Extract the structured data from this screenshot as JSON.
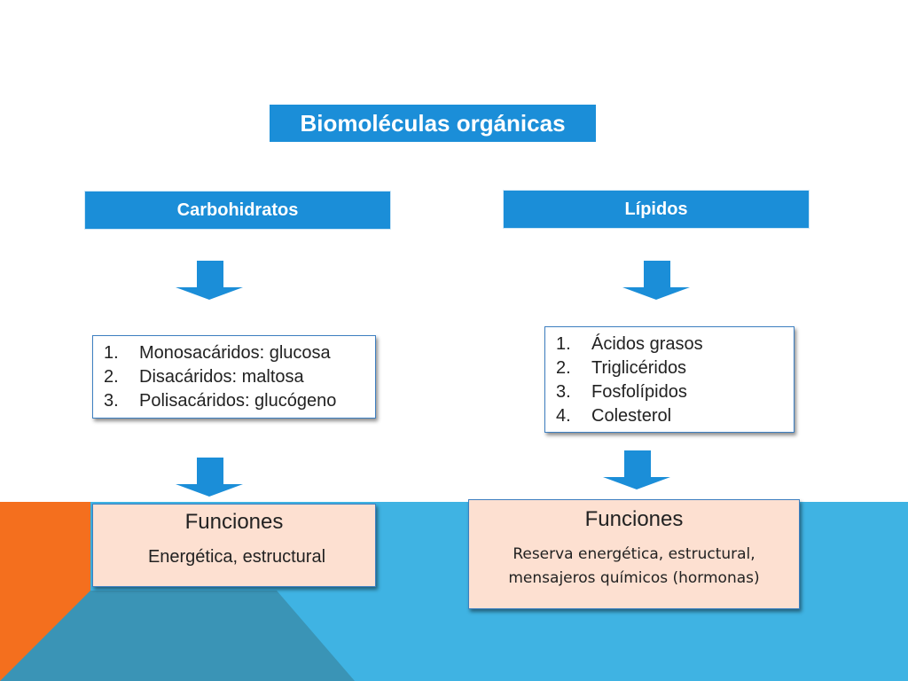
{
  "title": "Biomoléculas orgánicas",
  "left": {
    "category": "Carbohidratos",
    "items": [
      {
        "num": "1.",
        "text": "Monosacáridos: glucosa"
      },
      {
        "num": "2.",
        "text": "Disacáridos: maltosa"
      },
      {
        "num": "3.",
        "text": "Polisacáridos: glucógeno"
      }
    ],
    "functions_title": "Funciones",
    "functions_text": "Energética, estructural"
  },
  "right": {
    "category": "Lípidos",
    "items": [
      {
        "num": "1.",
        "text": "Ácidos grasos"
      },
      {
        "num": "2.",
        "text": "Triglicéridos"
      },
      {
        "num": "3.",
        "text": "Fosfolípidos"
      },
      {
        "num": "4.",
        "text": "Colesterol"
      }
    ],
    "functions_title": "Funciones",
    "functions_text_line1": "Reserva energética, estructural,",
    "functions_text_line2": "mensajeros químicos (hormonas)"
  },
  "colors": {
    "box_blue": "#1b8ed8",
    "band_blue": "#3fb3e3",
    "band_dark_blue": "#3a94b6",
    "band_orange": "#f46f1e",
    "function_fill": "#fde0d1"
  }
}
